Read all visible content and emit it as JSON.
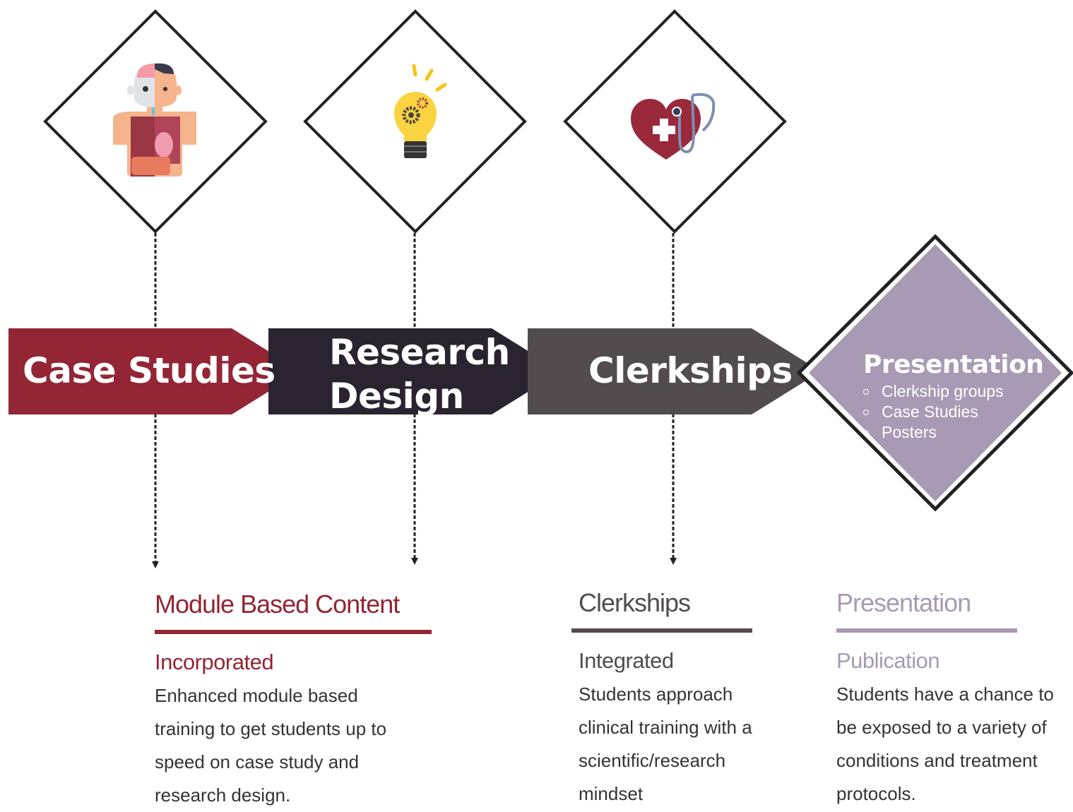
{
  "colors": {
    "maroon": "#932535",
    "dark": "#2b2330",
    "gray": "#524c4e",
    "lavender": "#a899b4",
    "black": "#222222"
  },
  "stages": [
    {
      "title": "Case Studies",
      "icon": "human-anatomy-icon"
    },
    {
      "title": "Research\nDesign",
      "icon": "lightbulb-gears-icon"
    },
    {
      "title": "Clerkships",
      "icon": "heart-stethoscope-icon"
    },
    {
      "title": "Presentation",
      "bullets": [
        "Clerkship groups",
        "Case Studies",
        "Posters"
      ]
    }
  ],
  "columns": [
    {
      "heading": "Module Based Content",
      "subheading": "Incorporated",
      "text": "Enhanced module based training to get students up to speed on case study and research design."
    },
    {
      "heading": "Clerkships",
      "subheading": "Integrated",
      "text": "Students approach clinical training with a scientific/research mindset"
    },
    {
      "heading": "Presentation",
      "subheading": "Publication",
      "text": "Students have a chance to be exposed to a variety of conditions and treatment protocols."
    }
  ]
}
